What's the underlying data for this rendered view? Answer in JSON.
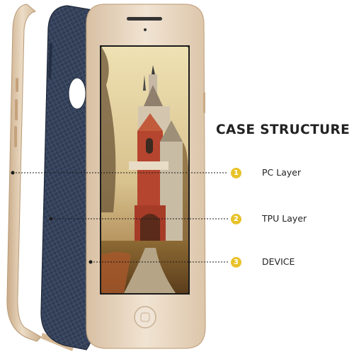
{
  "heading": "CASE STRUCTURE",
  "layers": [
    {
      "number": "1",
      "label": "PC Layer"
    },
    {
      "number": "2",
      "label": "TPU Layer"
    },
    {
      "number": "3",
      "label": "DEVICE"
    }
  ],
  "colors": {
    "badge": "#e8c22a",
    "bumper_gold": "#dcc3a2",
    "tpu_navy": "#2e3b52",
    "device_gold": "#e6d2bb",
    "text": "#222222"
  }
}
